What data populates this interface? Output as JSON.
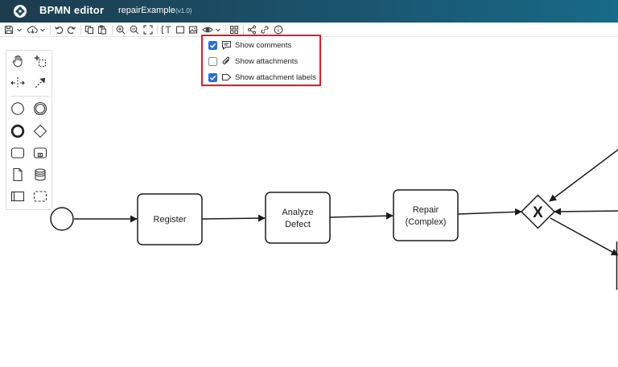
{
  "header": {
    "app_title": "BPMN editor",
    "model_name": "repairExample",
    "model_version": "(v1.0)"
  },
  "toolbar": {
    "items": [
      {
        "name": "save",
        "icon": "save-icon"
      },
      {
        "name": "save-menu",
        "icon": "chevron-down-icon"
      },
      {
        "name": "download",
        "icon": "download-icon"
      },
      {
        "name": "download-menu",
        "icon": "chevron-down-icon"
      },
      {
        "name": "undo",
        "icon": "undo-icon"
      },
      {
        "name": "redo",
        "icon": "redo-icon"
      },
      {
        "name": "copy",
        "icon": "copy-icon"
      },
      {
        "name": "paste",
        "icon": "paste-icon"
      },
      {
        "name": "zoom-in",
        "icon": "zoom-in-icon"
      },
      {
        "name": "zoom-out",
        "icon": "zoom-out-icon"
      },
      {
        "name": "fit",
        "icon": "fit-screen-icon"
      },
      {
        "name": "text-annotation",
        "icon": "text-annotation-icon"
      },
      {
        "name": "frame",
        "icon": "frame-icon"
      },
      {
        "name": "image",
        "icon": "image-icon"
      },
      {
        "name": "view",
        "icon": "eye-icon"
      },
      {
        "name": "view-menu",
        "icon": "chevron-down-icon"
      },
      {
        "name": "layout",
        "icon": "layout-icon"
      },
      {
        "name": "share",
        "icon": "share-icon"
      },
      {
        "name": "link",
        "icon": "link-icon"
      },
      {
        "name": "info",
        "icon": "info-icon"
      }
    ]
  },
  "view_menu": {
    "items": [
      {
        "label": "Show comments",
        "checked": true,
        "icon": "comment-icon"
      },
      {
        "label": "Show attachments",
        "checked": false,
        "icon": "paperclip-icon"
      },
      {
        "label": "Show attachment labels",
        "checked": true,
        "icon": "tag-icon"
      }
    ]
  },
  "palette": {
    "tools": [
      "hand-tool-icon",
      "lasso-tool-icon",
      "space-tool-icon",
      "connect-tool-icon",
      "start-event-icon",
      "intermediate-event-icon",
      "end-event-icon",
      "gateway-icon",
      "task-icon",
      "subprocess-icon",
      "data-object-icon",
      "data-store-icon",
      "pool-icon",
      "group-icon"
    ]
  },
  "diagram": {
    "tasks": [
      {
        "id": "register",
        "lines": [
          "Register"
        ]
      },
      {
        "id": "analyze",
        "lines": [
          "Analyze",
          "Defect"
        ]
      },
      {
        "id": "repair",
        "lines": [
          "Repair",
          "(Complex)"
        ]
      }
    ],
    "gateway": {
      "type": "exclusive",
      "symbol": "X"
    }
  }
}
